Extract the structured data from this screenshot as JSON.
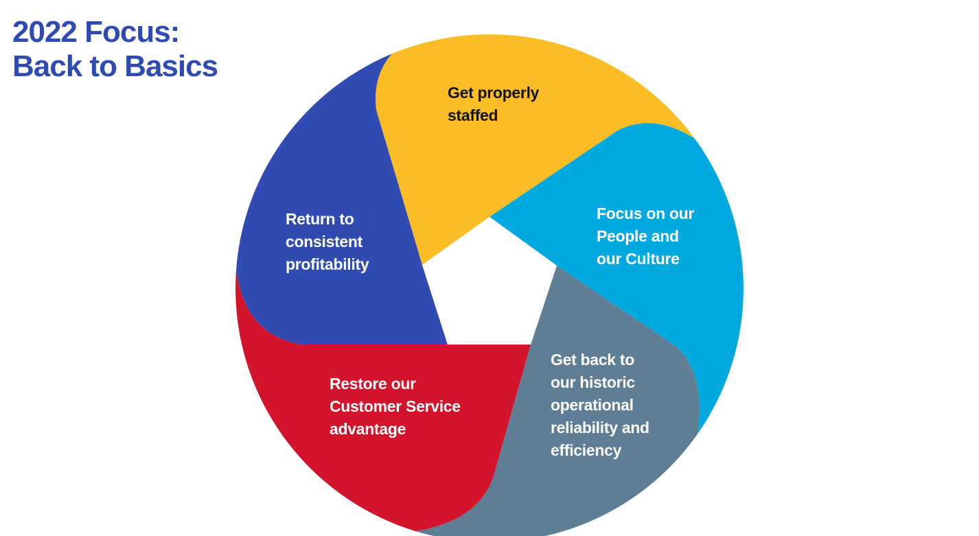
{
  "title": {
    "line1": "2022 Focus:",
    "line2": "Back to Basics"
  },
  "segments": [
    {
      "name": "staffed",
      "lines": [
        "Get properly",
        "staffed"
      ],
      "color": "#fbbd26"
    },
    {
      "name": "people-culture",
      "lines": [
        "Focus on our",
        "People and",
        "our Culture"
      ],
      "color": "#00a9e0"
    },
    {
      "name": "reliability",
      "lines": [
        "Get back to",
        "our historic",
        "operational",
        "reliability and",
        "efficiency"
      ],
      "color": "#5e7e95"
    },
    {
      "name": "customer-service",
      "lines": [
        "Restore our",
        "Customer Service",
        "advantage"
      ],
      "color": "#d2142c"
    },
    {
      "name": "profitability",
      "lines": [
        "Return to",
        "consistent",
        "profitability"
      ],
      "color": "#304cb2"
    }
  ]
}
